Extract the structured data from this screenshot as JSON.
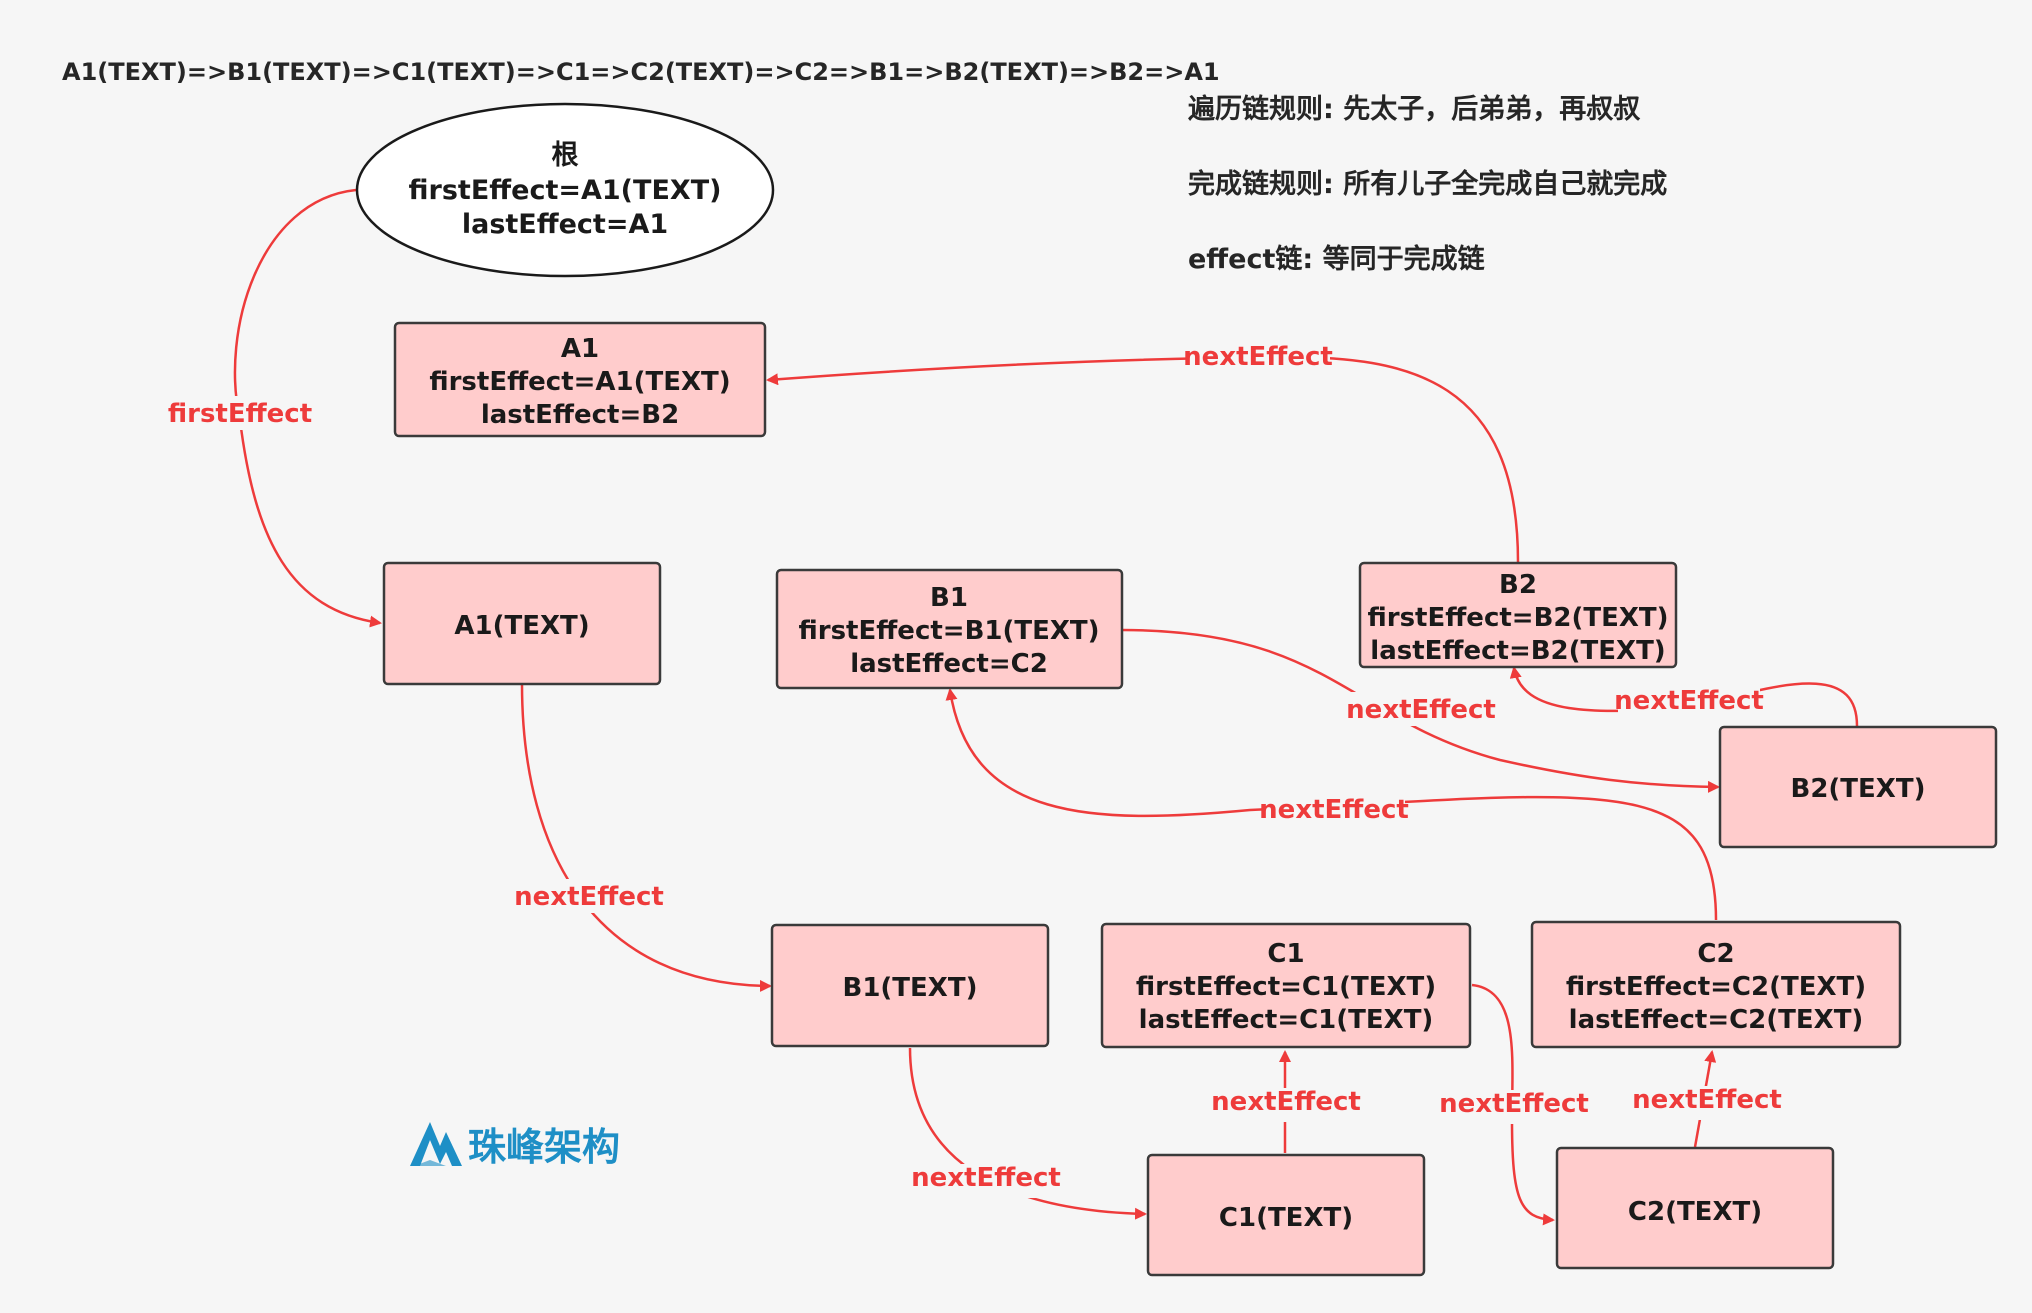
{
  "header": {
    "sequence": "A1(TEXT)=>B1(TEXT)=>C1(TEXT)=>C1=>C2(TEXT)=>C2=>B1=>B2(TEXT)=>B2=>A1"
  },
  "notes": [
    "遍历链规则: 先太子，后弟弟，再叔叔",
    "完成链规则: 所有儿子全完成自己就完成",
    "effect链:  等同于完成链"
  ],
  "nodes": {
    "root": [
      "根",
      "firstEffect=A1(TEXT)",
      "lastEffect=A1"
    ],
    "A1": [
      "A1",
      "firstEffect=A1(TEXT)",
      "lastEffect=B2"
    ],
    "A1TEXT": [
      "A1(TEXT)"
    ],
    "B1": [
      "B1",
      "firstEffect=B1(TEXT)",
      "lastEffect=C2"
    ],
    "B2": [
      "B2",
      "firstEffect=B2(TEXT)",
      "lastEffect=B2(TEXT)"
    ],
    "B2TEXT": [
      "B2(TEXT)"
    ],
    "B1TEXT": [
      "B1(TEXT)"
    ],
    "C1": [
      "C1",
      "firstEffect=C1(TEXT)",
      "lastEffect=C1(TEXT)"
    ],
    "C2": [
      "C2",
      "firstEffect=C2(TEXT)",
      "lastEffect=C2(TEXT)"
    ],
    "C1TEXT": [
      "C1(TEXT)"
    ],
    "C2TEXT": [
      "C2(TEXT)"
    ]
  },
  "edge_labels": {
    "first_effect": "firstEffect",
    "next_effect": "nextEffect"
  },
  "logo": {
    "text": "珠峰架构"
  },
  "colors": {
    "node_fill": "#ffcccc",
    "node_stroke": "#3a3a3a",
    "edge": "#ee3b3b",
    "logo": "#1e8fc6"
  }
}
